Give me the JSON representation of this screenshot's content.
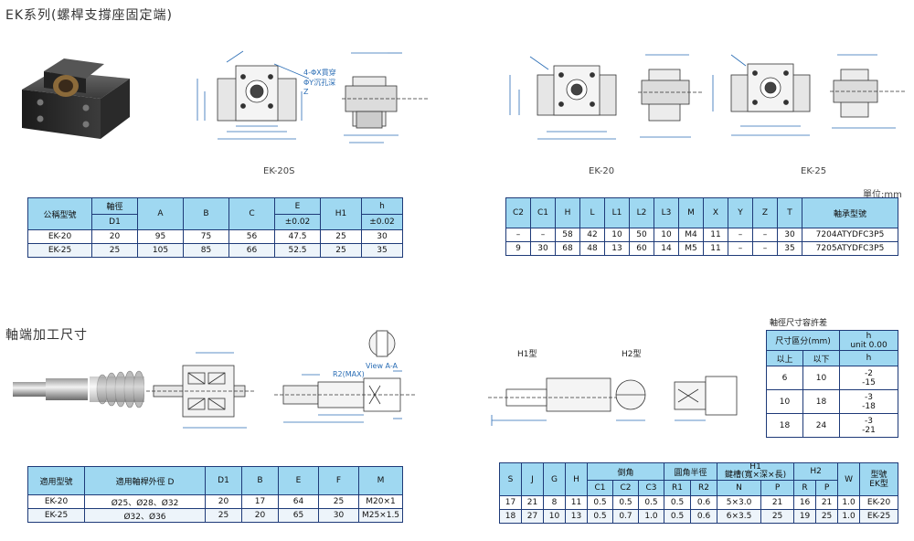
{
  "section_titles": {
    "top": "EK系列(螺桿支撐座固定端)",
    "bottom": "軸端加工尺寸"
  },
  "captions": {
    "ek20s": "EK-20S",
    "ek20": "EK-20",
    "ek25": "EK-25",
    "unit": "單位:mm",
    "h1_type": "H1型",
    "h2_type": "H2型",
    "tolerance_title": "軸徑尺寸容許差"
  },
  "drawing_labels": {
    "hole_note": "4-ΦX貫穿 ΦY沉孔深Z",
    "view": "View A-A",
    "r2max": "R2(MAX)"
  },
  "table1": {
    "header_row1": [
      "公稱型號",
      "軸徑",
      "A",
      "B",
      "C",
      "E",
      "H1",
      "h"
    ],
    "header_row2": [
      "D1",
      "±0.02",
      "±0.02"
    ],
    "rows": [
      [
        "EK-20",
        "20",
        "95",
        "75",
        "56",
        "47.5",
        "25",
        "30"
      ],
      [
        "EK-25",
        "25",
        "105",
        "85",
        "66",
        "52.5",
        "25",
        "35"
      ]
    ]
  },
  "table2": {
    "header": [
      "C2",
      "C1",
      "H",
      "L",
      "L1",
      "L2",
      "L3",
      "M",
      "X",
      "Y",
      "Z",
      "T",
      "軸承型號"
    ],
    "rows": [
      [
        "–",
        "–",
        "58",
        "42",
        "10",
        "50",
        "10",
        "M4",
        "11",
        "–",
        "–",
        "30",
        "7204ATYDFC3P5"
      ],
      [
        "9",
        "30",
        "68",
        "48",
        "13",
        "60",
        "14",
        "M5",
        "11",
        "–",
        "–",
        "35",
        "7205ATYDFC3P5"
      ]
    ]
  },
  "table3": {
    "header": [
      "適用型號",
      "適用軸桿外徑 D",
      "D1",
      "B",
      "E",
      "F",
      "M"
    ],
    "rows": [
      [
        "EK-20",
        "Ø25、Ø28、Ø32",
        "20",
        "17",
        "64",
        "25",
        "M20×1"
      ],
      [
        "EK-25",
        "Ø32、Ø36",
        "25",
        "20",
        "65",
        "30",
        "M25×1.5"
      ]
    ]
  },
  "table4": {
    "header_row1": [
      "S",
      "J",
      "G",
      "H",
      "倒角",
      "圓角半徑",
      "H1",
      "H2",
      "W",
      "型號"
    ],
    "h1_sub": "鍵槽(寬×深×長)",
    "model_sub": "EK型",
    "header_row2": [
      "C1",
      "C2",
      "C3",
      "R1",
      "R2",
      "N",
      "P",
      "R",
      "P"
    ],
    "rows": [
      [
        "17",
        "21",
        "8",
        "11",
        "0.5",
        "0.5",
        "0.5",
        "0.5",
        "0.6",
        "5×3.0",
        "21",
        "16",
        "21",
        "1.0",
        "EK-20"
      ],
      [
        "18",
        "27",
        "10",
        "13",
        "0.5",
        "0.7",
        "1.0",
        "0.5",
        "0.6",
        "6×3.5",
        "25",
        "19",
        "25",
        "1.0",
        "EK-25"
      ]
    ]
  },
  "tolerance_table": {
    "header_left": "尺寸區分(mm)",
    "header_right": "h",
    "header_right_sub": "unit 0.00",
    "sub_left": "以上",
    "sub_mid": "以下",
    "sub_right": "h",
    "rows": [
      {
        "from": "6",
        "to": "10",
        "upper": "-2",
        "lower": "-15"
      },
      {
        "from": "10",
        "to": "18",
        "upper": "-3",
        "lower": "-18"
      },
      {
        "from": "18",
        "to": "24",
        "upper": "-3",
        "lower": "-21"
      }
    ]
  },
  "colors": {
    "header_bg": "#9fd8f1",
    "border": "#1e3a78",
    "dim_line": "#2a6db5"
  }
}
